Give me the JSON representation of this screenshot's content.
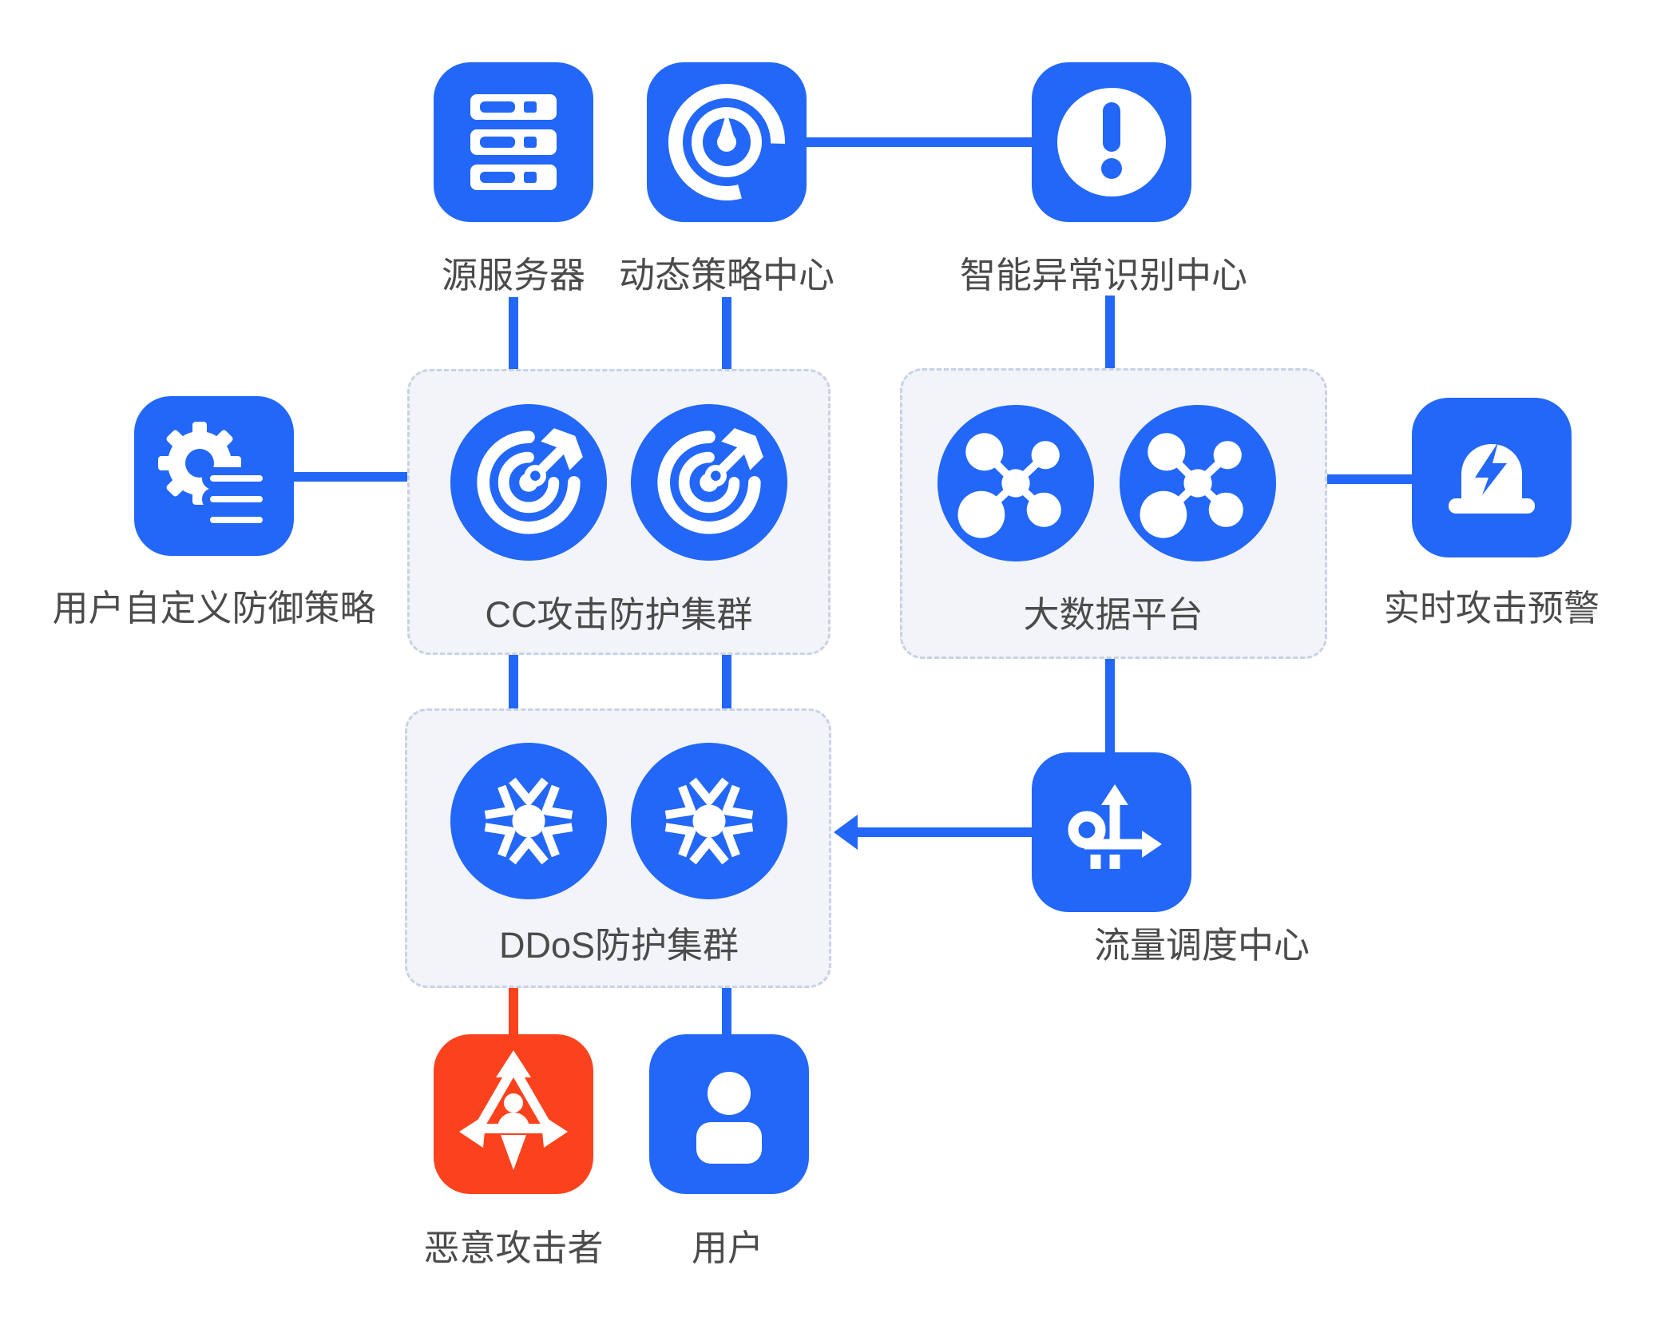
{
  "diagram": {
    "title": "DDoS / CC protection architecture diagram",
    "colors": {
      "primary_blue": "#2267F7",
      "danger_red": "#FC421D",
      "box_bg": "#F2F4F9",
      "box_border": "#C9D1E4",
      "label_gray": "#4B4B4B"
    },
    "nodes": {
      "origin_server": {
        "label": "源服务器",
        "icon": "server-icon"
      },
      "dynamic_policy_center": {
        "label": "动态策略中心",
        "icon": "gauge-icon"
      },
      "anomaly_detection_center": {
        "label": "智能异常识别中心",
        "icon": "alert-icon"
      },
      "custom_defense_policy": {
        "label": "用户自定义防御策略",
        "icon": "gear-list-icon"
      },
      "cc_protection_cluster": {
        "label": "CC攻击防护集群",
        "icon": "target-dart-icon",
        "instances": 2
      },
      "big_data_platform": {
        "label": "大数据平台",
        "icon": "molecule-icon",
        "instances": 2
      },
      "realtime_attack_alert": {
        "label": "实时攻击预警",
        "icon": "siren-icon"
      },
      "ddos_protection_cluster": {
        "label": "DDoS防护集群",
        "icon": "burst-icon",
        "instances": 2
      },
      "traffic_scheduling_center": {
        "label": "流量调度中心",
        "icon": "route-arrows-icon"
      },
      "malicious_attacker": {
        "label": "恶意攻击者",
        "icon": "attacker-recycle-icon",
        "color": "#FC421D"
      },
      "user": {
        "label": "用户",
        "icon": "person-icon"
      }
    },
    "edges": [
      {
        "from": "dynamic_policy_center",
        "to": "anomaly_detection_center",
        "color": "blue"
      },
      {
        "from": "origin_server",
        "to": "cc_protection_cluster",
        "color": "blue"
      },
      {
        "from": "dynamic_policy_center",
        "to": "cc_protection_cluster",
        "color": "blue"
      },
      {
        "from": "anomaly_detection_center",
        "to": "big_data_platform",
        "color": "blue"
      },
      {
        "from": "custom_defense_policy",
        "to": "cc_protection_cluster",
        "color": "blue"
      },
      {
        "from": "big_data_platform",
        "to": "realtime_attack_alert",
        "color": "blue"
      },
      {
        "from": "cc_protection_cluster",
        "to": "ddos_protection_cluster",
        "color": "blue",
        "lines": 2
      },
      {
        "from": "big_data_platform",
        "to": "traffic_scheduling_center",
        "color": "blue"
      },
      {
        "from": "traffic_scheduling_center",
        "to": "ddos_protection_cluster",
        "color": "blue",
        "arrow": true
      },
      {
        "from": "malicious_attacker",
        "to": "ddos_protection_cluster",
        "color": "red"
      },
      {
        "from": "user",
        "to": "ddos_protection_cluster",
        "color": "blue"
      }
    ]
  }
}
